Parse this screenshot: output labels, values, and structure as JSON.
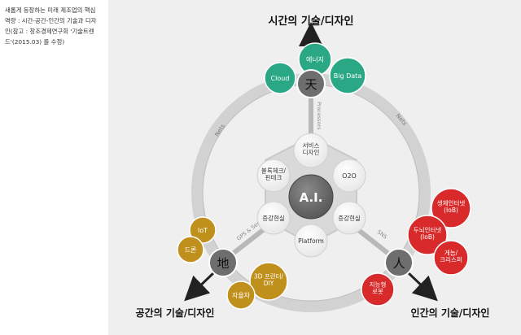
{
  "caption": "새롭게 등장하는 미래 제조업의 핵심역량 : 시간-공간-인간의 기술과 디자인(참고 : 창조경제연구회 '기술트렌드'(2015.03) 를 수정)",
  "titles": {
    "top": "시간의 기술/디자인",
    "left": "공간의 기술/디자인",
    "right": "인간의 기술/디자인"
  },
  "hubs": {
    "heaven": "天",
    "earth": "地",
    "human": "人"
  },
  "ring_labels": {
    "nets_left": "Nets",
    "nets_right": "Nets",
    "processors": "Processors",
    "gps_sensor": "GPS & Sensor",
    "sns": "SNS"
  },
  "core": "A.I.",
  "inner_nodes": {
    "service_design": "서비스\n디자인",
    "blockchain": "블록체크/\n핀테크",
    "o2o": "O2O",
    "ar_left": "증강현실",
    "ar_right": "증강현실",
    "platform": "Platform"
  },
  "time_nodes": {
    "energy": "에너지",
    "cloud": "Cloud",
    "big_data": "Big Data"
  },
  "space_nodes": {
    "iot": "IoT",
    "drone": "드론",
    "printer": "3D 프린터/\nDIY",
    "autonomous": "자율차"
  },
  "human_nodes": {
    "iob_bio": "생체인터넷\n(IoB)",
    "iob_brain": "두뇌인터넷\n(IoB)",
    "game": "게놈/\n크리스퍼",
    "robot": "지능형\n로봇"
  },
  "colors": {
    "teal": "#2aa886",
    "gold": "#c0901c",
    "red": "#d82a2a",
    "hub": "#6e6e6e",
    "core": "#707070",
    "ring": "#cfcfcf"
  }
}
